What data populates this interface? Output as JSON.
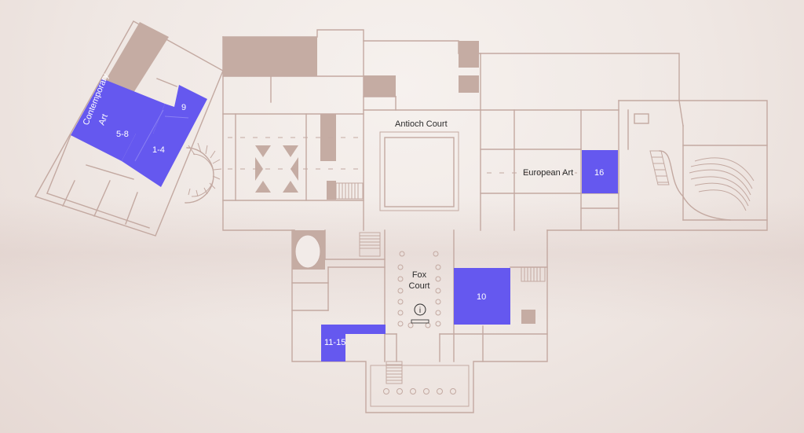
{
  "map": {
    "galleries": {
      "g_contemporary_5_8": "5-8",
      "g_contemporary_1_4": "1-4",
      "g_contemporary_9": "9",
      "g_10": "10",
      "g_11_15": "11-15",
      "g_16": "16"
    },
    "areas": {
      "contemporary_art_1": "Contemporary",
      "contemporary_art_2": "Art",
      "antioch_court": "Antioch Court",
      "european_art": "European Art",
      "fox_court_1": "Fox",
      "fox_court_2": "Court"
    },
    "info_symbol": "i"
  },
  "colors": {
    "gallery": "#6558ef",
    "wall": "#c3a9a1",
    "solid_block": "#c5aca3",
    "background": "#f2ebe8"
  }
}
